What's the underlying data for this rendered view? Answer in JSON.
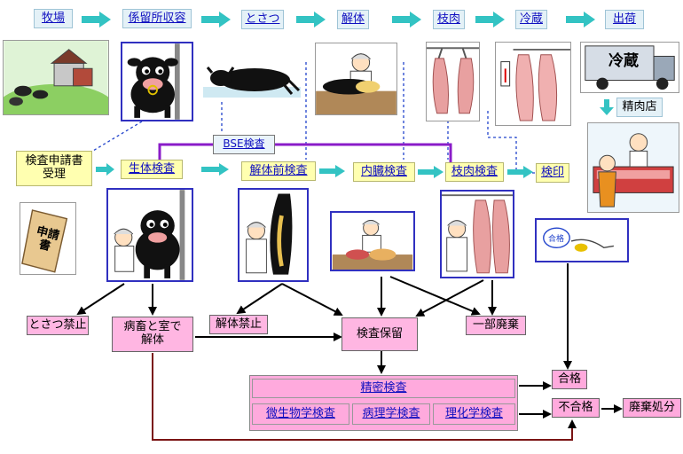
{
  "top_row": [
    "牧場",
    "係留所収容",
    "とさつ",
    "解体",
    "枝肉",
    "冷蔵",
    "出荷"
  ],
  "shop": "精肉店",
  "reception": "検査申請書\n受理",
  "bse": "BSE検査",
  "inspections": [
    "生体検査",
    "解体前検査",
    "内臓検査",
    "枝肉検査",
    "検印"
  ],
  "truck_text": "冷蔵",
  "application_form_text": "申請書",
  "stamp_text": "合格",
  "outcomes": {
    "slaughter_ban": "とさつ禁止",
    "sick_room": "病畜と室で\n解体",
    "dismantle_ban": "解体禁止",
    "hold": "検査保留",
    "partial": "一部廃棄"
  },
  "detailed": {
    "title": "精密検査",
    "subs": [
      "微生物学検査",
      "病理学検査",
      "理化学検査"
    ]
  },
  "results": {
    "pass": "合格",
    "fail": "不合格",
    "disposal": "廃棄処分"
  },
  "colors": {
    "arrow_teal": "#33c3c3",
    "bse_purple": "#8a1cc8",
    "pink": "#ffb6e2",
    "yellow": "#ffffb0",
    "dark_red_line": "#7a1414"
  }
}
